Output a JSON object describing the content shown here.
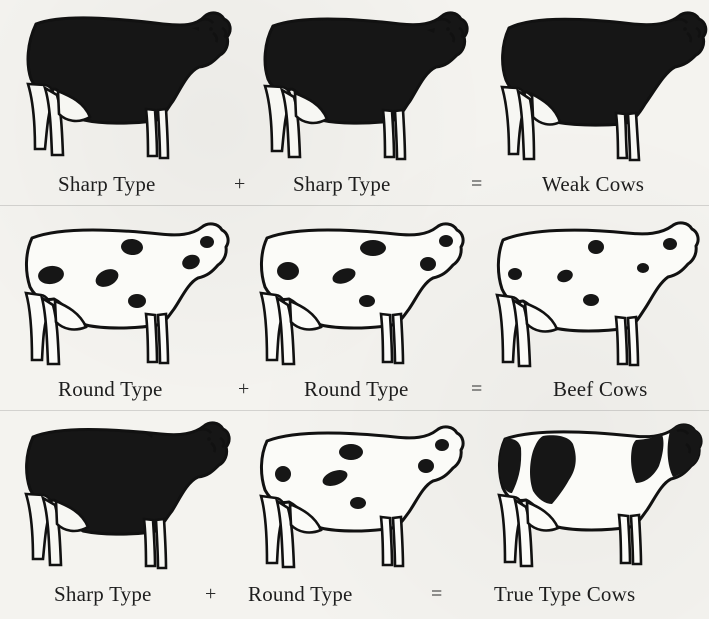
{
  "rows": [
    {
      "left": "Sharp Type",
      "plus": "+",
      "right": "Sharp Type",
      "equals": "=",
      "result": "Weak Cows"
    },
    {
      "left": "Round Type",
      "plus": "+",
      "right": "Round Type",
      "equals": "=",
      "result": "Beef Cows"
    },
    {
      "left": "Sharp Type",
      "plus": "+",
      "right": "Round Type",
      "equals": "=",
      "result": "True Type Cows"
    }
  ]
}
